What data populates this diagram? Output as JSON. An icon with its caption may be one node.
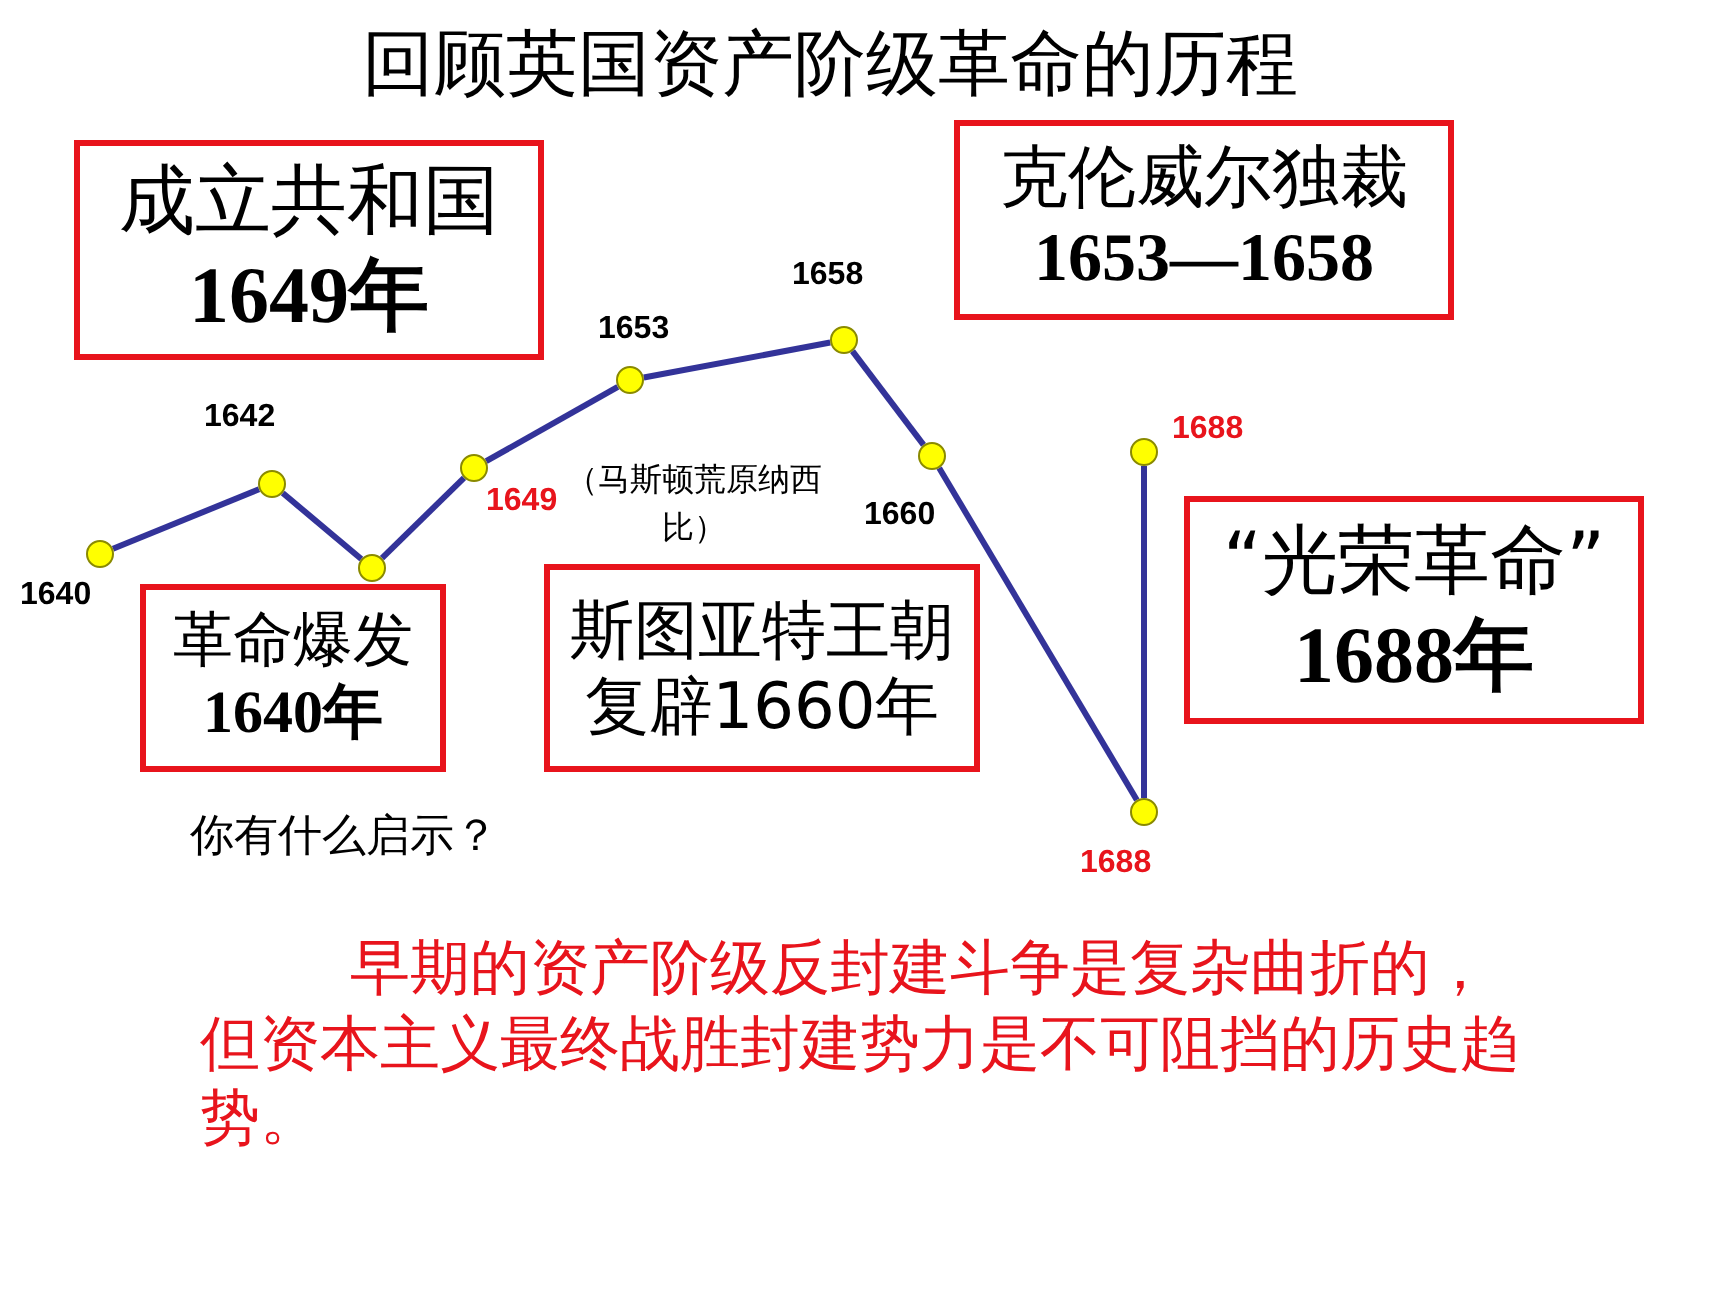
{
  "diagram": {
    "title": "回顾英国资产阶级革命的历程",
    "nodes": [
      {
        "text": [
          "成立共和国",
          "1649年"
        ]
      },
      {
        "text": [
          "克伦威尔独裁",
          "1653—1658"
        ]
      },
      {
        "text": [
          "革命爆发",
          "1640年"
        ]
      },
      {
        "text": [
          "斯图亚特王朝复辟1660年"
        ]
      },
      {
        "text": [
          "“光荣革命”",
          "1688年"
        ]
      },
      {
        "text": [],
        "shape": "circle",
        "beside": [
          "1640"
        ]
      },
      {
        "text": [],
        "shape": "circle",
        "beside": [
          "1642"
        ]
      },
      {
        "text": [],
        "shape": "circle"
      },
      {
        "text": [],
        "shape": "circle",
        "beside": [
          "1649"
        ]
      },
      {
        "text": [],
        "shape": "circle",
        "beside": [
          "1653"
        ]
      },
      {
        "text": [],
        "shape": "circle",
        "beside": [
          "1658"
        ]
      },
      {
        "text": [],
        "shape": "circle",
        "beside": [
          "1660"
        ]
      },
      {
        "text": [],
        "shape": "circle",
        "beside": [
          "1688"
        ]
      },
      {
        "text": [],
        "shape": "circle",
        "beside": [
          "1688"
        ]
      }
    ],
    "edges": [
      {
        "from": 5,
        "to": 6,
        "arrow": "none"
      },
      {
        "from": 6,
        "to": 7,
        "arrow": "none"
      },
      {
        "from": 7,
        "to": 8,
        "arrow": "none"
      },
      {
        "from": 8,
        "to": 9,
        "arrow": "none"
      },
      {
        "from": 9,
        "to": 10,
        "arrow": "none"
      },
      {
        "from": 10,
        "to": 11,
        "arrow": "none"
      },
      {
        "from": 11,
        "to": 12,
        "arrow": "none"
      },
      {
        "from": 12,
        "to": 13,
        "arrow": "none"
      }
    ],
    "labels": [
      "（马斯顿荒原纳西比）",
      "你有什么启示？",
      "早期的资产阶级反封建斗争是复杂曲折的，但资本主义最终战胜封建势力是不可阻挡的历史趋势。"
    ]
  }
}
